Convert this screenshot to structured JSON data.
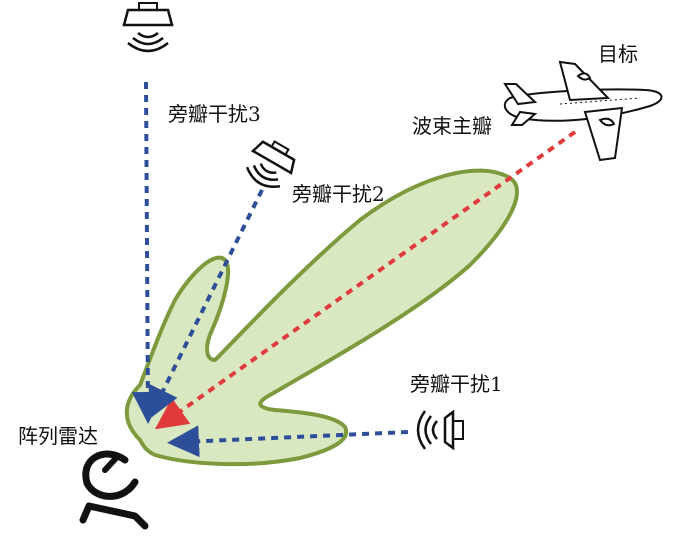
{
  "labels": {
    "target": "目标",
    "main_lobe": "波束主瓣",
    "jammer1": "旁瓣干扰1",
    "jammer2": "旁瓣干扰2",
    "jammer3": "旁瓣干扰3",
    "radar": "阵列雷达"
  },
  "colors": {
    "lobe_fill": "#d9e8c0",
    "lobe_edge": "#7d9a3c",
    "main_beam": "#e03a3a",
    "interference": "#2d4f9a",
    "ink": "#111111"
  },
  "icons": {
    "target": "airplane-icon",
    "jammers": "transmitter-icon",
    "radar": "radar-dish-icon"
  }
}
